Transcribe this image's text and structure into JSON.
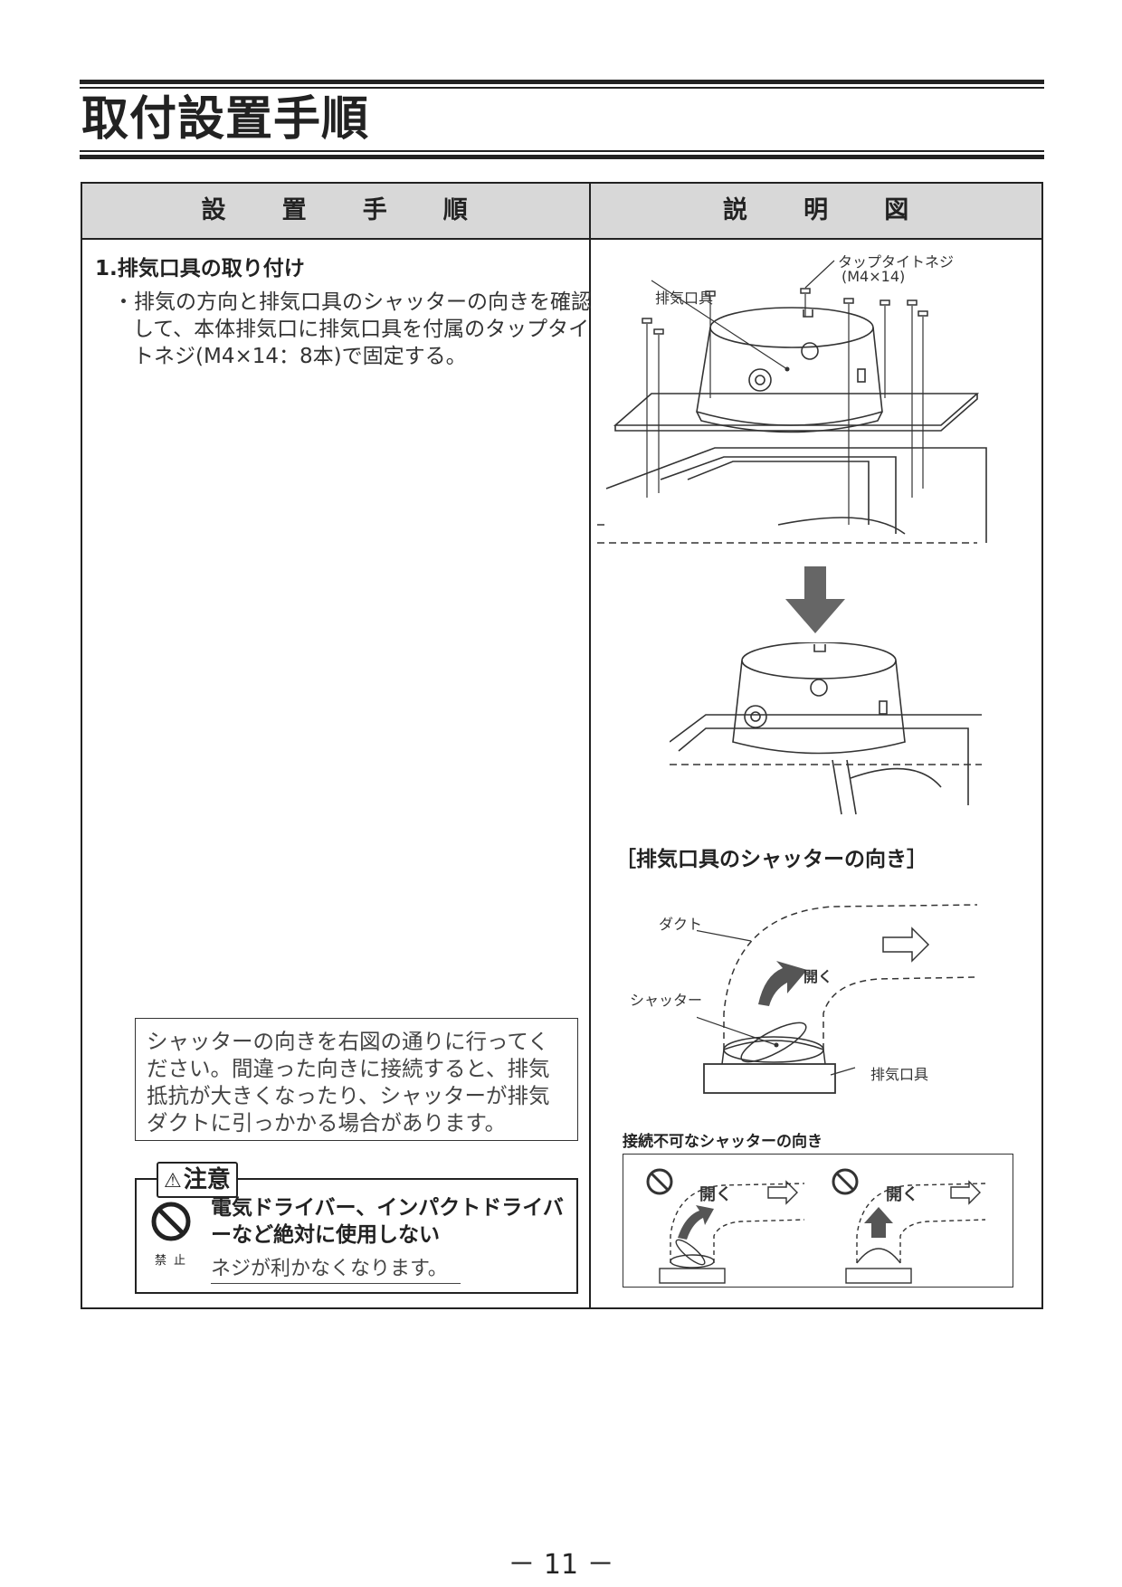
{
  "page": {
    "title": "取付設置手順",
    "page_number": "－ 11 －"
  },
  "table": {
    "header_left": "設　　置　　手　　順",
    "header_right": "説　　明　　図"
  },
  "step": {
    "title": "1.排気口具の取り付け",
    "bullet": "・排気の方向と排気口具のシャッターの向きを確認して、本体排気口に排気口具を付属のタップタイトネジ(M4×14：8本)で固定する。"
  },
  "note": {
    "text": "シャッターの向きを右図の通りに行ってください。間違った向きに接続すると、排気抵抗が大きくなったり、シャッターが排気ダクトに引っかかる場合があります。"
  },
  "caution": {
    "tag": "注意",
    "prohibit_label": "禁止",
    "strong": "電気ドライバー、インパクトドライバーなど絶対に使用しない",
    "sub": "ネジが利かなくなります。"
  },
  "figure1": {
    "screw_label": "タップタイトネジ",
    "screw_spec": "(M4×14)",
    "outlet_label": "排気口具"
  },
  "figure2": {
    "title": "［排気口具のシャッターの向き］",
    "duct_label": "ダクト",
    "open_label": "開く",
    "shutter_label": "シャッター",
    "outlet_label": "排気口具"
  },
  "figure3": {
    "title": "接続不可なシャッターの向き",
    "open_label_1": "開く",
    "open_label_2": "開く"
  }
}
